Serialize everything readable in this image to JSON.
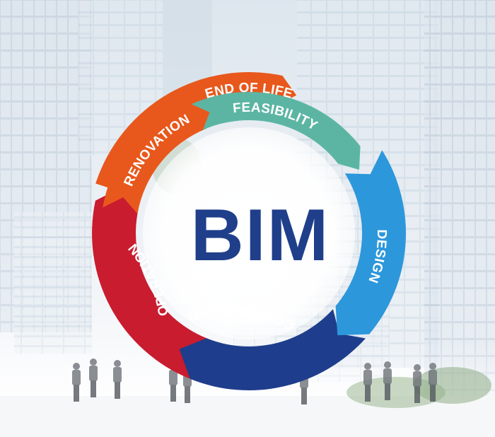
{
  "center_label": "BIM",
  "stages": [
    {
      "key": "feasibility",
      "label": "FEASIBILITY",
      "color": "#5cb5a3"
    },
    {
      "key": "design",
      "label": "DESIGN",
      "color": "#2d97db"
    },
    {
      "key": "construction",
      "label": "CONSTRUCTION",
      "color": "#1e3d8c"
    },
    {
      "key": "operation",
      "label": "OPERATION",
      "color": "#c91c2f"
    },
    {
      "key": "renovation",
      "label": "RENOVATION",
      "color": "#e8581c"
    },
    {
      "key": "end_of_life",
      "label": "END OF LIFE",
      "color": "#e8581c"
    }
  ]
}
